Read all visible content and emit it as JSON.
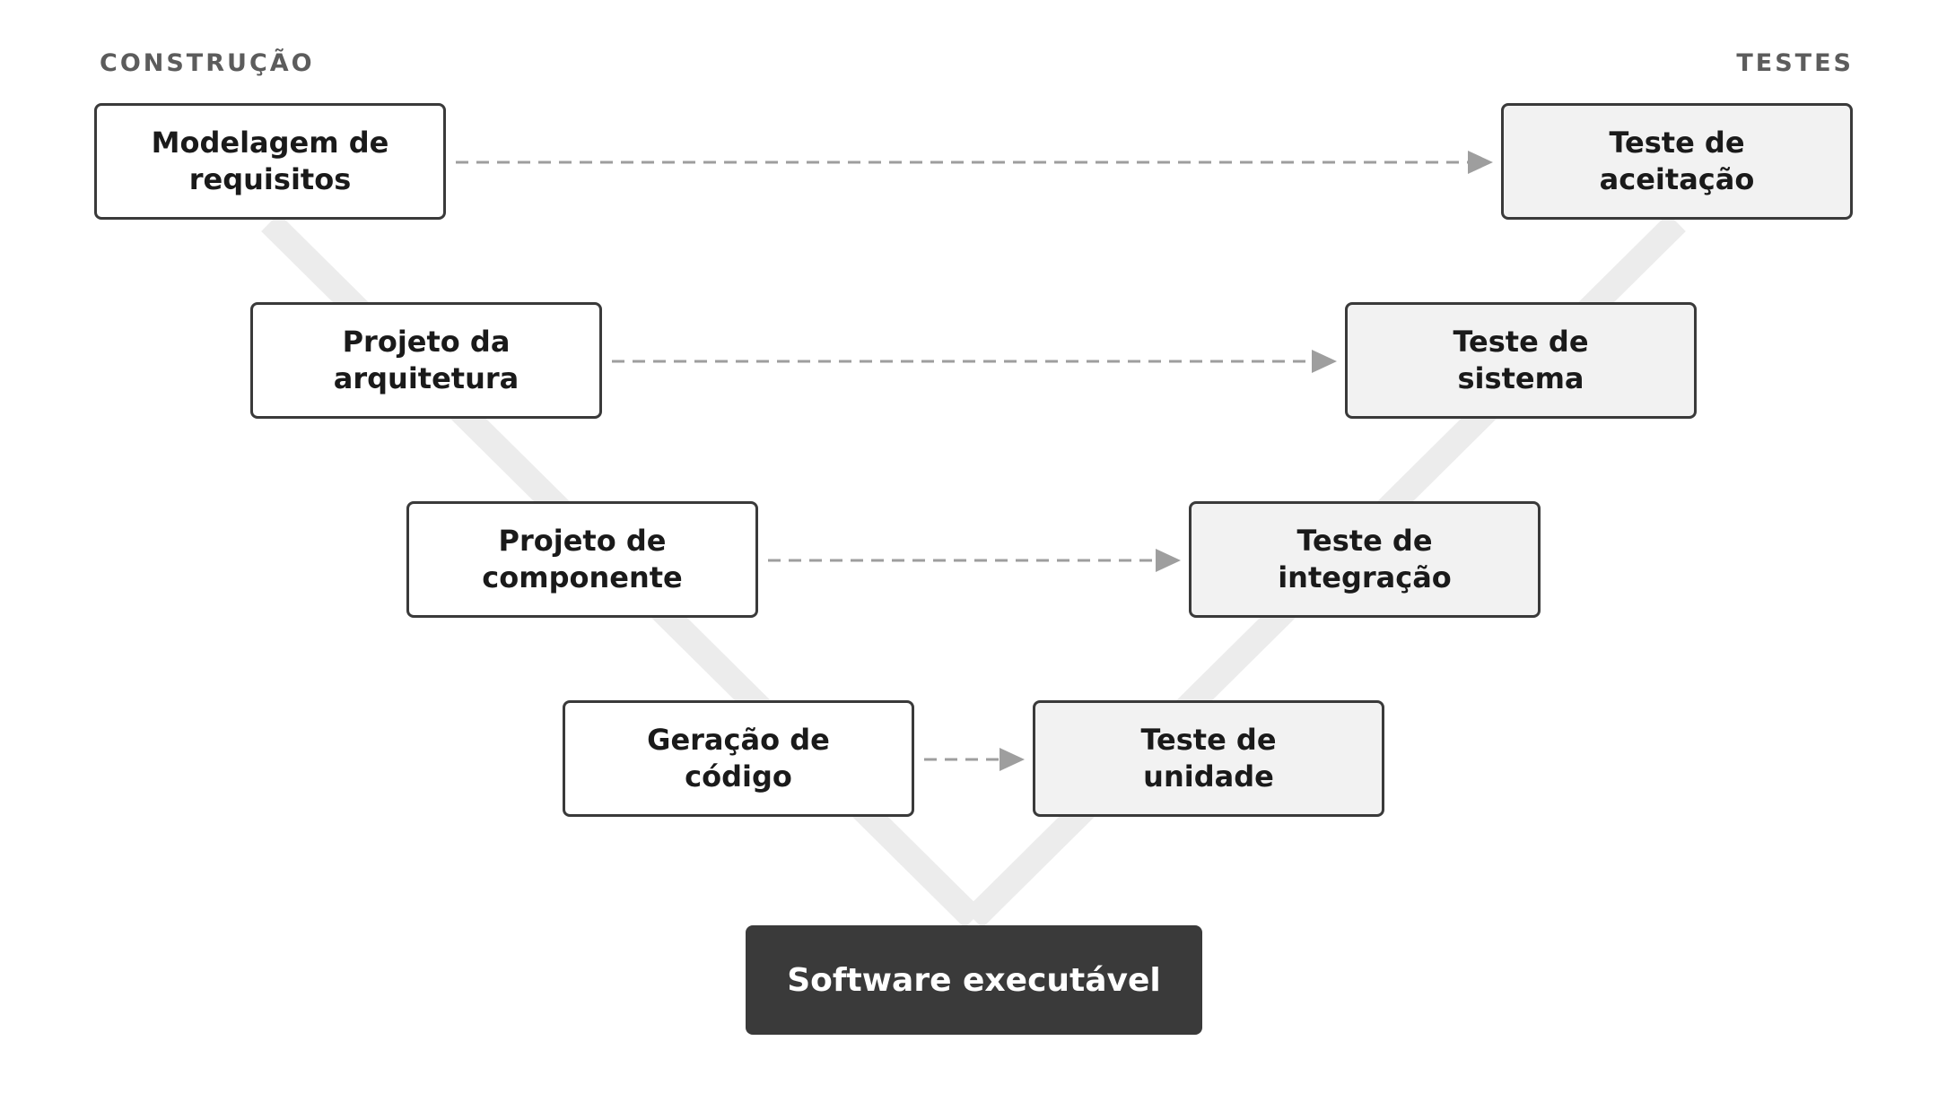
{
  "labels": {
    "construction": "CONSTRUÇÃO",
    "tests": "TESTES"
  },
  "construction_steps": [
    "Modelagem de requisitos",
    "Projeto da arquitetura",
    "Projeto de componente",
    "Geração de código"
  ],
  "test_steps": [
    "Teste de aceitação",
    "Teste de sistema",
    "Teste de integração",
    "Teste de unidade"
  ],
  "final": "Software executável",
  "colors": {
    "border": "#3a3a3a",
    "test_fill": "#f2f2f2",
    "final_fill": "#3a3a3a",
    "arrow": "#9e9e9e",
    "v_band": "#ececec"
  }
}
